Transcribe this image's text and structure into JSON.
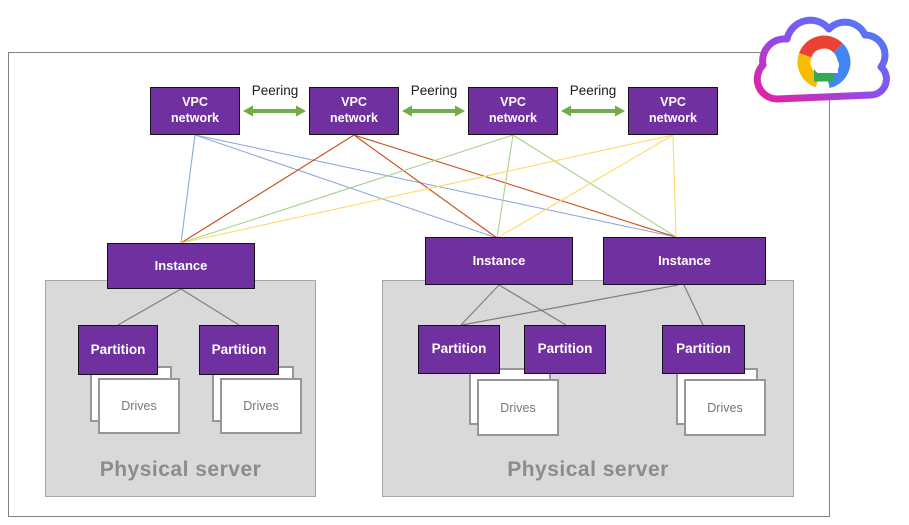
{
  "diagram": {
    "vpc_boxes": [
      {
        "label": "VPC network"
      },
      {
        "label": "VPC network"
      },
      {
        "label": "VPC network"
      },
      {
        "label": "VPC network"
      }
    ],
    "peering_links": [
      {
        "label": "Peering"
      },
      {
        "label": "Peering"
      },
      {
        "label": "Peering"
      }
    ],
    "instances": [
      {
        "label": "Instance"
      },
      {
        "label": "Instance"
      },
      {
        "label": "Instance"
      }
    ],
    "servers": [
      {
        "label": "Physical server",
        "partitions": [
          {
            "label": "Partition"
          },
          {
            "label": "Partition"
          }
        ],
        "drive_stacks": [
          {
            "label": "Drives"
          },
          {
            "label": "Drives"
          }
        ]
      },
      {
        "label": "Physical server",
        "partitions": [
          {
            "label": "Partition"
          },
          {
            "label": "Partition"
          },
          {
            "label": "Partition"
          }
        ],
        "drive_stacks": [
          {
            "label": "Drives"
          },
          {
            "label": "Drives"
          }
        ]
      }
    ],
    "icons": {
      "logo": "google-cloud-logo"
    },
    "colors": {
      "box_purple": "#7030A0",
      "peering_arrow_green": "#70AD47",
      "vpc1_line_blue": "#8FAADC",
      "vpc2_line_orange": "#C8511B",
      "vpc3_line_green": "#A9D18E",
      "vpc4_line_yellow": "#FFD966",
      "server_fill_gray": "#D9D9D9",
      "tree_line_gray": "#7F7F7F",
      "logo_gradient": [
        "#4285F4",
        "#8A4FF0",
        "#E91E9C"
      ],
      "logo_google": [
        "#EA4335",
        "#4285F4",
        "#FBBC05",
        "#34A853"
      ]
    }
  }
}
